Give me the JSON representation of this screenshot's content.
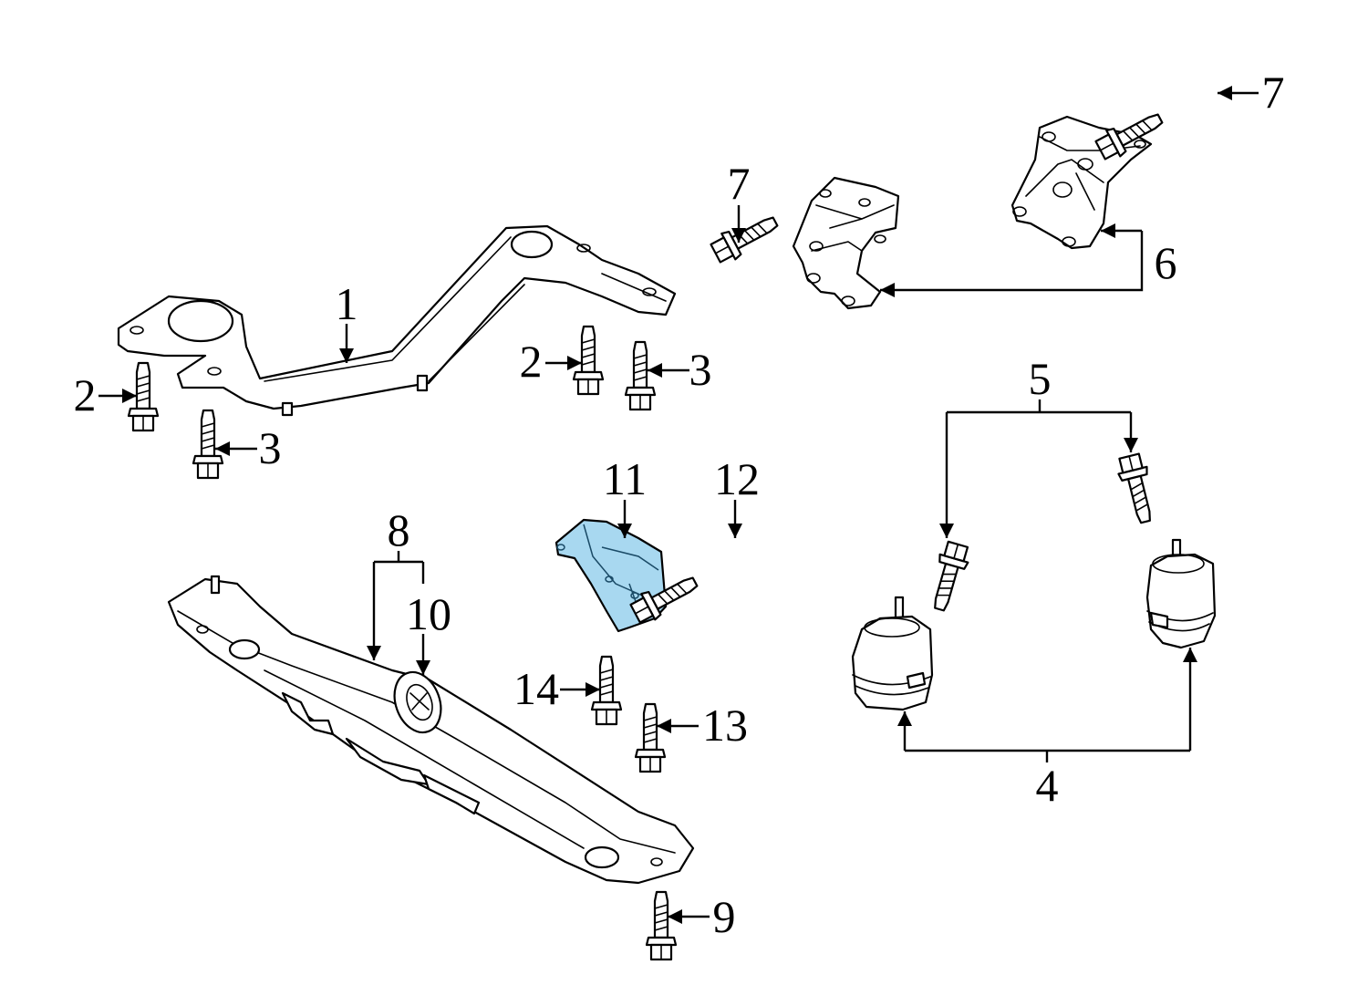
{
  "diagram": {
    "highlight_color": "#a8d8f0",
    "callouts": [
      {
        "id": "1",
        "text": "1"
      },
      {
        "id": "2a",
        "text": "2"
      },
      {
        "id": "2b",
        "text": "2"
      },
      {
        "id": "3a",
        "text": "3"
      },
      {
        "id": "3b",
        "text": "3"
      },
      {
        "id": "4",
        "text": "4"
      },
      {
        "id": "5",
        "text": "5"
      },
      {
        "id": "6",
        "text": "6"
      },
      {
        "id": "7a",
        "text": "7"
      },
      {
        "id": "7b",
        "text": "7"
      },
      {
        "id": "8",
        "text": "8"
      },
      {
        "id": "9",
        "text": "9"
      },
      {
        "id": "10",
        "text": "10"
      },
      {
        "id": "11",
        "text": "11"
      },
      {
        "id": "12",
        "text": "12"
      },
      {
        "id": "13",
        "text": "13"
      },
      {
        "id": "14",
        "text": "14"
      }
    ]
  }
}
